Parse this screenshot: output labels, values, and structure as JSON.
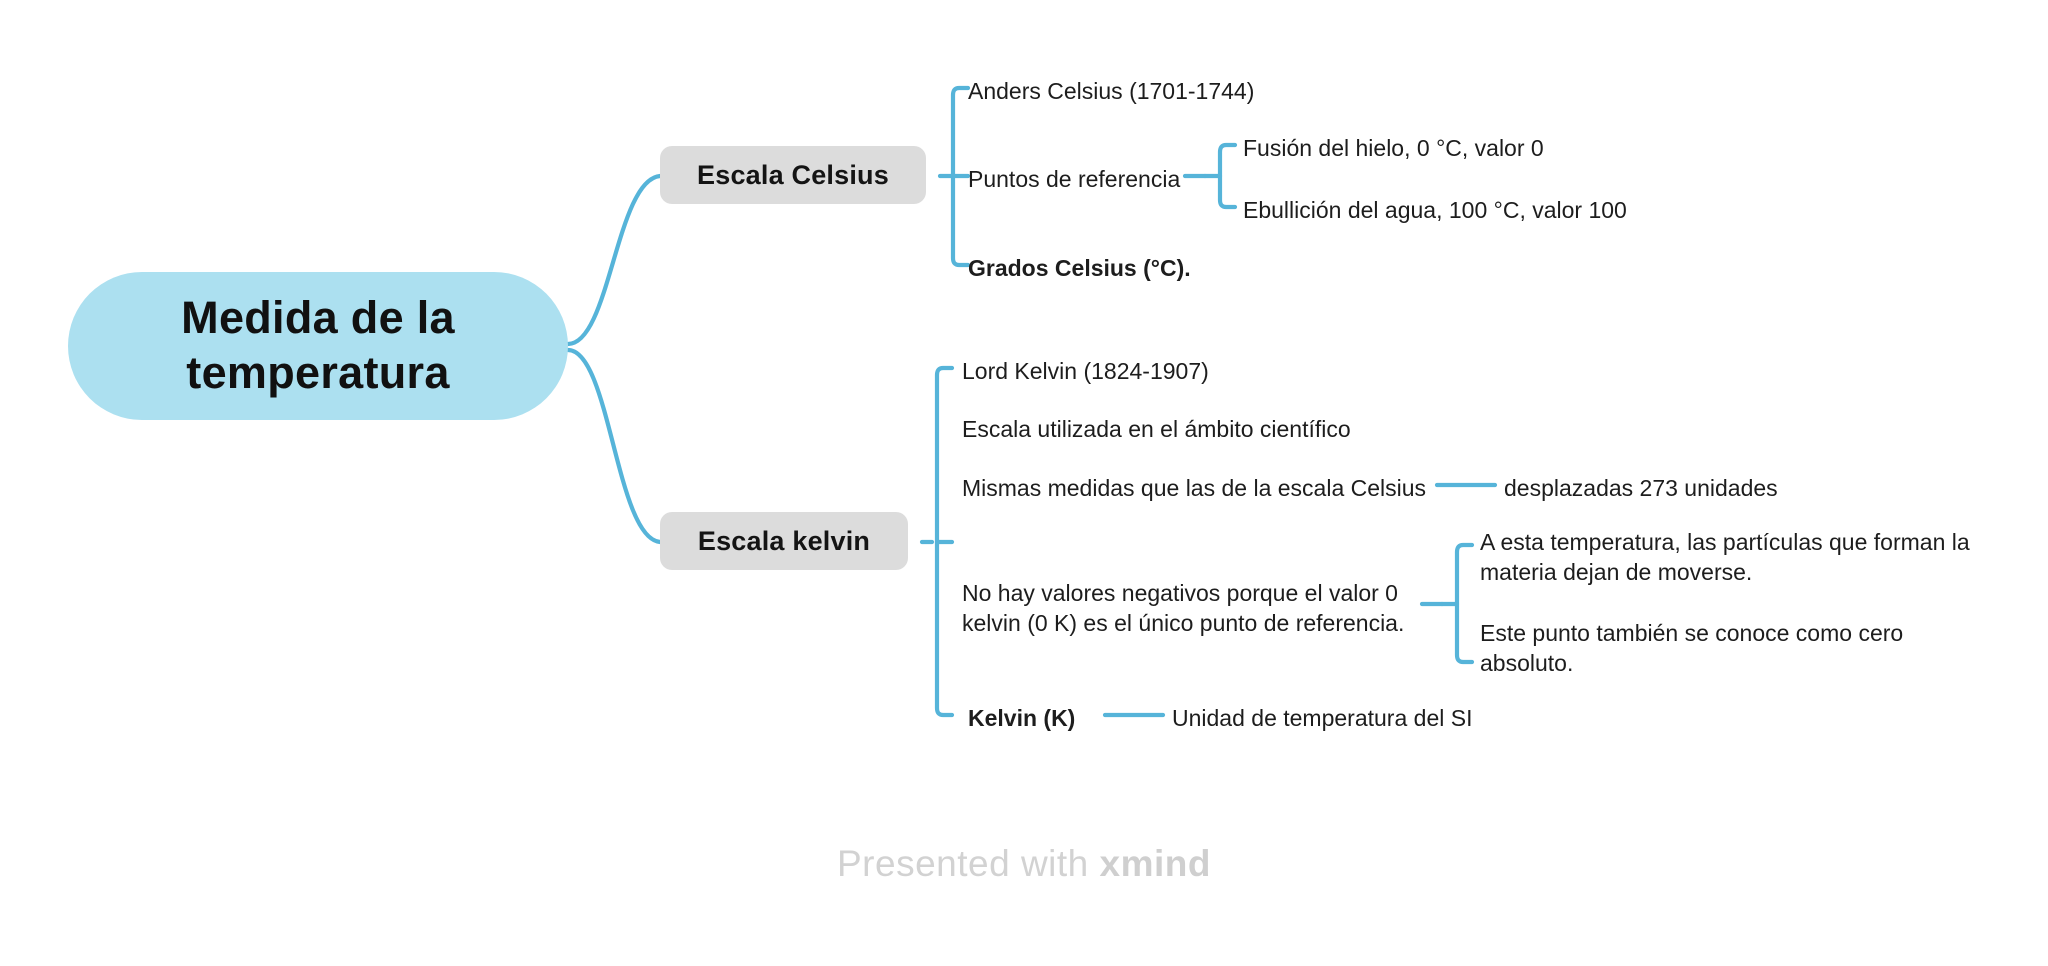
{
  "colors": {
    "root_fill": "#ace0f0",
    "branch_fill": "#dcdcdc",
    "connector": "#56b4d9",
    "text": "#1d1d1d",
    "watermark": "#d2d2d2"
  },
  "root": {
    "line1": "Medida de la",
    "line2": "temperatura"
  },
  "branches": [
    {
      "label": "Escala Celsius",
      "children": [
        {
          "label": "Anders Celsius (1701-1744)"
        },
        {
          "label": "Puntos de referencia",
          "children": [
            {
              "label": "Fusión del hielo, 0 °C, valor 0"
            },
            {
              "label": "Ebullición del agua, 100 °C, valor 100"
            }
          ]
        },
        {
          "label": "Grados Celsius (°C).",
          "bold": true
        }
      ]
    },
    {
      "label": "Escala kelvin",
      "children": [
        {
          "label": "Lord Kelvin (1824-1907)"
        },
        {
          "label": "Escala utilizada en el ámbito científico"
        },
        {
          "label": "Mismas medidas que las de la escala Celsius",
          "children": [
            {
              "label": "desplazadas 273 unidades"
            }
          ]
        },
        {
          "line1": "No hay valores negativos porque el valor 0",
          "line2": "kelvin (0 K) es el único punto de referencia.",
          "children": [
            {
              "line1": "A esta temperatura, las partículas que forman la",
              "line2": "materia dejan de moverse."
            },
            {
              "line1": "Este punto también se conoce como cero",
              "line2": "absoluto."
            }
          ]
        },
        {
          "label": "Kelvin (K)",
          "bold": true,
          "children": [
            {
              "label": "Unidad de temperatura del SI"
            }
          ]
        }
      ]
    }
  ],
  "footer": {
    "prefix": "Presented with ",
    "brand": "xmind"
  }
}
